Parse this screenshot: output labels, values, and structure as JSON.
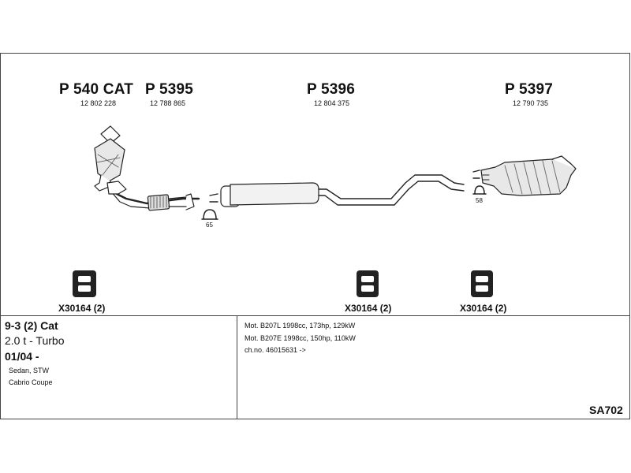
{
  "parts": [
    {
      "name": "P 540 CAT",
      "number": "12 802 228"
    },
    {
      "name": "P 5395",
      "number": "12 788 865"
    },
    {
      "name": "P 5396",
      "number": "12 804 375"
    },
    {
      "name": "P 5397",
      "number": "12 790 735"
    }
  ],
  "clamps": [
    {
      "label": "65"
    },
    {
      "label": "58"
    }
  ],
  "mounts": [
    {
      "label": "X30164 (2)"
    },
    {
      "label": "X30164 (2)"
    },
    {
      "label": "X30164 (2)"
    }
  ],
  "vehicle": {
    "model": "9-3 (2) Cat",
    "engine": "2.0 t - Turbo",
    "date": "01/04 -",
    "body1": "Sedan, STW",
    "body2": "Cabrio Coupe"
  },
  "engine_specs": [
    "Mot. B207L 1998cc, 173hp, 129kW",
    "Mot. B207E 1998cc, 150hp, 110kW",
    "ch.no. 46015631 ->"
  ],
  "set_code": "SA702"
}
